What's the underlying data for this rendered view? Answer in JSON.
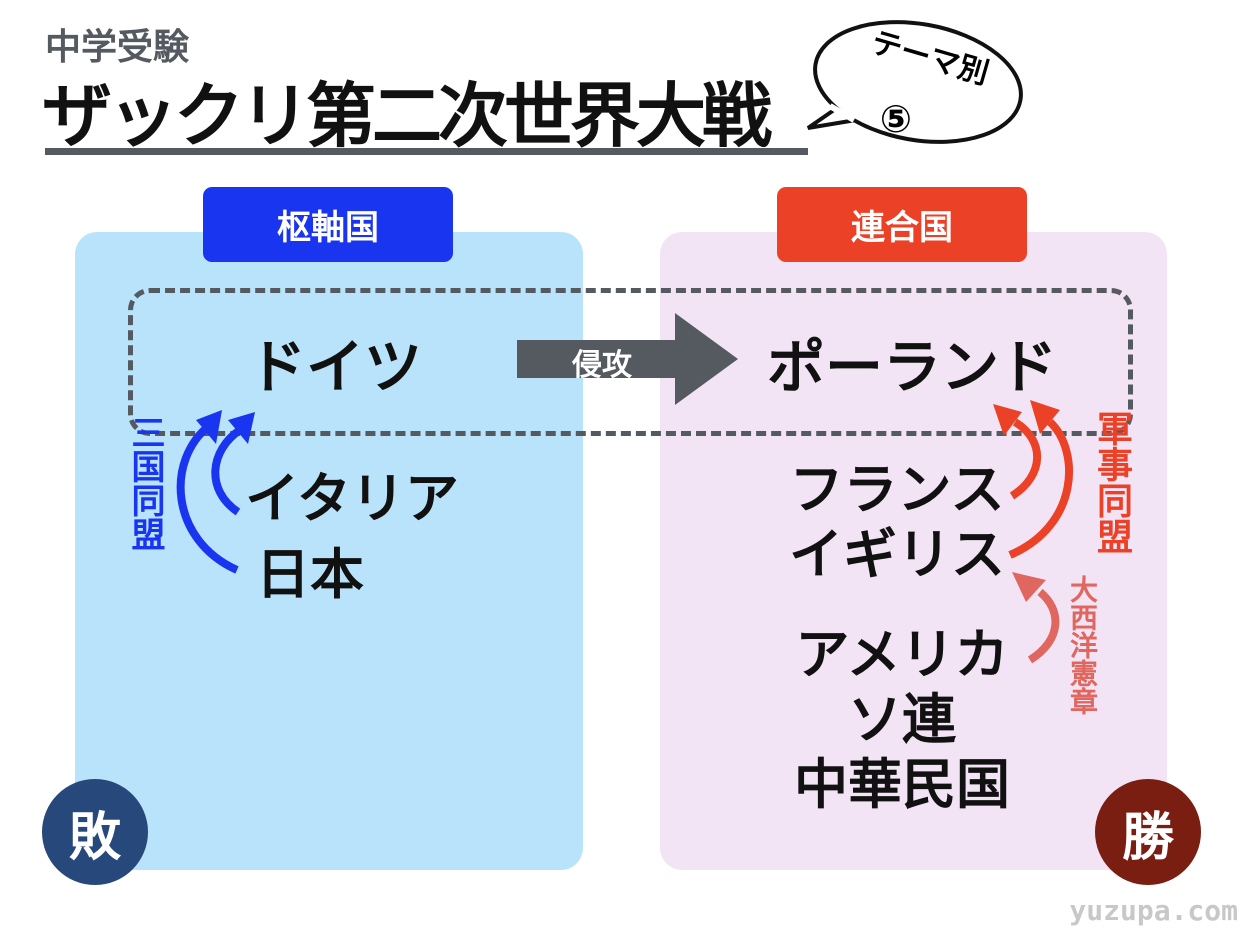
{
  "header": {
    "subtitle": "中学受験",
    "title": "ザックリ第二次世界大戦",
    "bubble_line1": "テーマ別",
    "bubble_line2": "⑤"
  },
  "axis": {
    "label": "枢軸国",
    "main": "ドイツ",
    "members": [
      "イタリア",
      "日本"
    ],
    "alliance": "三国同盟",
    "result": "敗",
    "color": "#1a35f0"
  },
  "arrow": {
    "label": "侵攻"
  },
  "allies": {
    "label": "連合国",
    "target": "ポーランド",
    "members": [
      "フランス",
      "イギリス",
      "アメリカ",
      "ソ連",
      "中華民国"
    ],
    "alliance": "軍事同盟",
    "charter": "大西洋憲章",
    "result": "勝",
    "color": "#eb4127"
  },
  "watermark": "yuzupa.com"
}
